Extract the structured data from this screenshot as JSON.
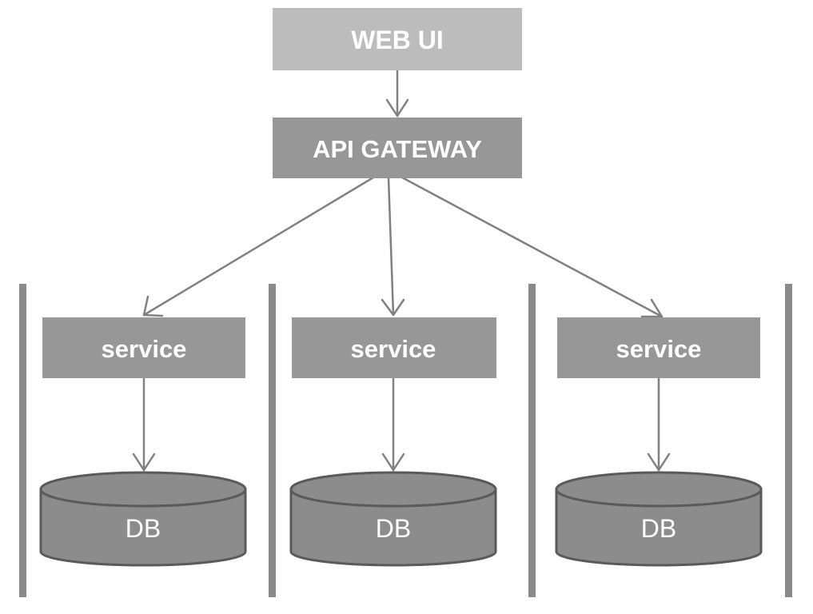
{
  "nodes": {
    "web_ui": {
      "label": "WEB UI"
    },
    "api_gateway": {
      "label": "API GATEWAY"
    },
    "services": [
      {
        "label": "service"
      },
      {
        "label": "service"
      },
      {
        "label": "service"
      }
    ],
    "databases": [
      {
        "label": "DB"
      },
      {
        "label": "DB"
      },
      {
        "label": "DB"
      }
    ]
  },
  "colors": {
    "web_ui_fill": "#bcbcbc",
    "box_fill": "#979797",
    "db_fill": "#8c8c8c",
    "db_stroke": "#5a5a5a",
    "arrow": "#808080",
    "divider": "#8a8a8a",
    "text": "#ffffff"
  }
}
